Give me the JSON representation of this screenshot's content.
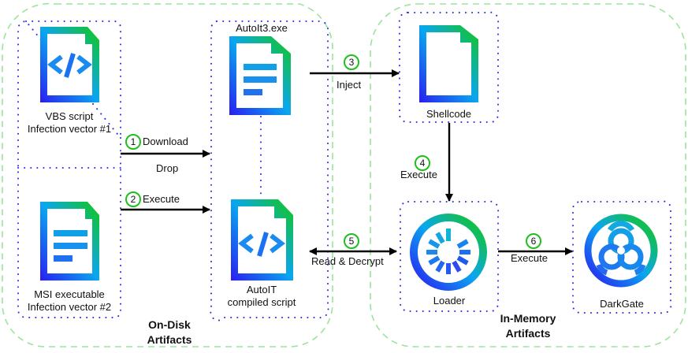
{
  "colors": {
    "group_border": "#9de39d",
    "node_border": "#2a2ae6",
    "gradient_start": "#2a1cf0",
    "gradient_mid": "#0aa6f0",
    "gradient_end": "#14c814",
    "step_circle": "#1fbf1f",
    "arrow": "#000000"
  },
  "groups": [
    {
      "id": "on-disk",
      "label_line1": "On-Disk",
      "label_line2": "Artifacts"
    },
    {
      "id": "in-memory",
      "label_line1": "In-Memory",
      "label_line2": "Artifacts"
    }
  ],
  "nodes": {
    "vbs": {
      "icon": "code-file-icon",
      "line1": "VBS script",
      "line2": "Infection vector #1"
    },
    "msi": {
      "icon": "document-file-icon",
      "line1": "MSI executable",
      "line2": "Infection vector #2"
    },
    "autoit_exe": {
      "icon": "document-file-icon",
      "title": "AutoIt3.exe"
    },
    "autoit_script": {
      "icon": "code-file-icon",
      "line1": "AutoIT",
      "line2": "compiled script"
    },
    "shellcode": {
      "icon": "blank-file-icon",
      "label": "Shellcode"
    },
    "loader": {
      "icon": "loading-spinner-icon",
      "label": "Loader"
    },
    "darkgate": {
      "icon": "biohazard-icon",
      "label": "DarkGate"
    }
  },
  "edges": [
    {
      "step": "1",
      "label": "Download",
      "sublabel": "Drop",
      "from": "vbs",
      "to": "autoit_exe"
    },
    {
      "step": "2",
      "label": "Execute",
      "from": "msi",
      "to": "autoit_exe"
    },
    {
      "step": "3",
      "label": "Inject",
      "from": "autoit_exe",
      "to": "shellcode"
    },
    {
      "step": "4",
      "label": "Execute",
      "from": "shellcode",
      "to": "loader"
    },
    {
      "step": "5",
      "label": "Read & Decrypt",
      "from": "autoit_script",
      "to": "loader",
      "bidirectional": true
    },
    {
      "step": "6",
      "label": "Execute",
      "from": "loader",
      "to": "darkgate"
    }
  ]
}
